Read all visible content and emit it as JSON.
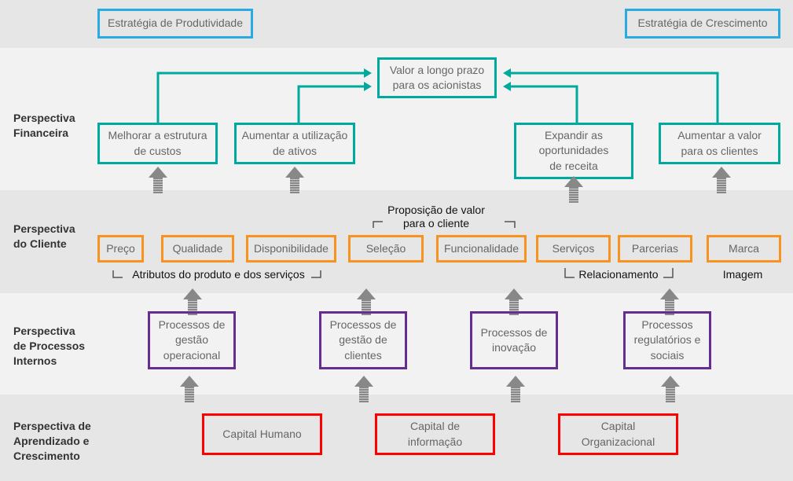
{
  "strategies": {
    "productivity": "Estratégia de Produtividade",
    "growth": "Estratégia de Crescimento"
  },
  "perspectives": {
    "financial": "Perspectiva\nFinanceira",
    "customer": "Perspectiva\ndo Cliente",
    "internal": "Perspectiva\nde Processos\nInternos",
    "learning": "Perspectiva de\nAprendizado e\nCrescimento"
  },
  "financial": {
    "goal": "Valor a longo prazo\npara os acionistas",
    "boxes": [
      "Melhorar a estrutura\nde custos",
      "Aumentar a utilização\nde ativos",
      "Expandir as\noportunidades\nde receita",
      "Aumentar a valor\npara os clientes"
    ]
  },
  "customer": {
    "value_proposition": "Proposição de valor\npara o cliente",
    "attributes": [
      "Preço",
      "Qualidade",
      "Disponibilidade",
      "Seleção",
      "Funcionalidade",
      "Serviços",
      "Parcerias",
      "Marca"
    ],
    "group_product": "Atributos do produto e dos serviços",
    "group_relationship": "Relacionamento",
    "group_image": "Imagem"
  },
  "internal": {
    "boxes": [
      "Processos de\ngestão\noperacional",
      "Processos de\ngestão de\nclientes",
      "Processos de\ninovação",
      "Processos\nregulatórios e\nsociais"
    ]
  },
  "learning": {
    "boxes": [
      "Capital Humano",
      "Capital de\ninformação",
      "Capital\nOrganizacional"
    ]
  },
  "colors": {
    "strategy": "#29abe2",
    "financial": "#00a99d",
    "customer": "#f7931e",
    "internal": "#662d91",
    "learning": "#ff0000",
    "arrow": "#888888"
  }
}
